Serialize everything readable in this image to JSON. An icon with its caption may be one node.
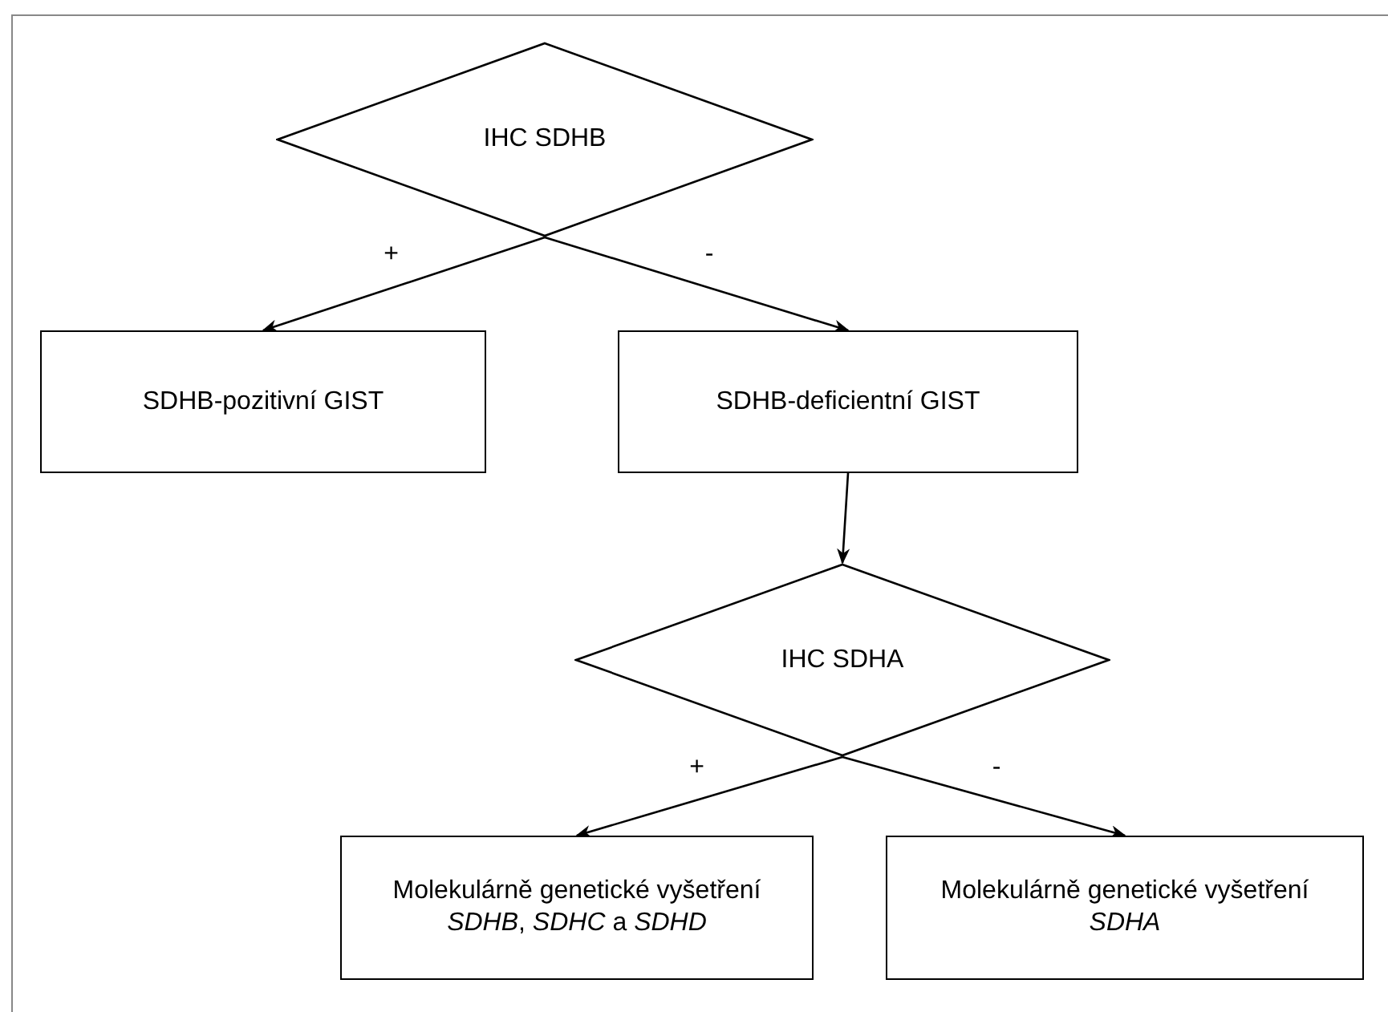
{
  "diagram": {
    "nodes": [
      {
        "text": [
          "IHC SDHB"
        ]
      },
      {
        "text": [
          "SDHB-pozitivní GIST"
        ]
      },
      {
        "text": [
          "SDHB-deficientní GIST"
        ]
      },
      {
        "text": [
          "IHC SDHA"
        ]
      },
      {
        "text": [
          "Molekulárně genetické vyšetření *SDHB*, *SDHC* a *SDHD*"
        ]
      },
      {
        "text": [
          "Molekulárně genetické vyšetření *SDHA*"
        ]
      }
    ],
    "edges": [
      {
        "from": 0,
        "to": 1,
        "arrow": "to",
        "label": "+"
      },
      {
        "from": 0,
        "to": 2,
        "arrow": "to",
        "label": "-"
      },
      {
        "from": 2,
        "to": 3,
        "arrow": "to"
      },
      {
        "from": 3,
        "to": 4,
        "arrow": "to",
        "label": "+"
      },
      {
        "from": 3,
        "to": 5,
        "arrow": "to",
        "label": "-"
      }
    ]
  }
}
